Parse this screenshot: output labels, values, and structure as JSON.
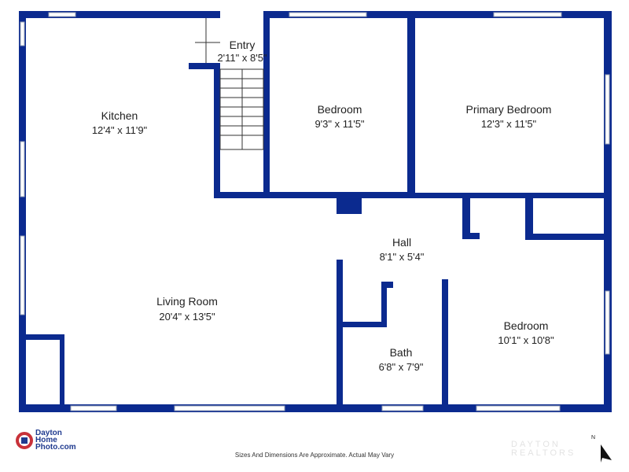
{
  "rooms": [
    {
      "name": "Entry",
      "dims": "2'11\" x 8'5\""
    },
    {
      "name": "Kitchen",
      "dims": "12'4\" x 11'9\""
    },
    {
      "name": "Bedroom",
      "dims": "9'3\" x 11'5\""
    },
    {
      "name": "Primary Bedroom",
      "dims": "12'3\" x 11'5\""
    },
    {
      "name": "Hall",
      "dims": "8'1\" x 5'4\""
    },
    {
      "name": "Living Room",
      "dims": "20'4\" x 13'5\""
    },
    {
      "name": "Bath",
      "dims": "6'8\" x 7'9\""
    },
    {
      "name": "Bedroom",
      "dims": "10'1\" x 10'8\""
    }
  ],
  "footer": {
    "disclaimer": "Sizes And Dimensions Are Approximate. Actual May Vary",
    "logo_lines": [
      "Dayton",
      "Home",
      "Photo.com"
    ],
    "watermark_lines": [
      "DAYTON",
      "REALTORS"
    ],
    "north_label": "N"
  },
  "colors": {
    "wall": "#0b2a8f"
  }
}
